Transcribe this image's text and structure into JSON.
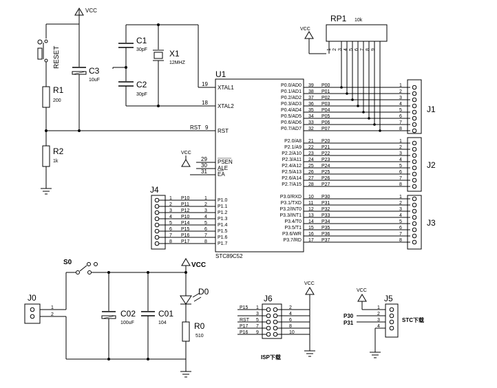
{
  "labels": {
    "vcc": "VCC",
    "reset": "RESET",
    "c3": "C3",
    "c3_val": "10uF",
    "r1": "R1",
    "r1_val": "200",
    "r2": "R2",
    "r2_val": "1k",
    "c1": "C1",
    "c1_val": "30pF",
    "c2": "C2",
    "c2_val": "30pF",
    "x1": "X1",
    "x1_val": "12MHZ",
    "u1": "U1",
    "u1_part": "STC89C52",
    "rp1": "RP1",
    "rp1_val": "10k",
    "j1": "J1",
    "j2": "J2",
    "j3": "J3",
    "j4": "J4",
    "j0": "J0",
    "j5": "J5",
    "j6": "J6",
    "s0": "S0",
    "c02": "C02",
    "c02_val": "100uF",
    "c01": "C01",
    "c01_val": "104",
    "d0": "D0",
    "r0": "R0",
    "r0_val": "510",
    "isp": "ISP下载",
    "stc": "STC下载",
    "p30": "P30",
    "p31": "P31",
    "xtal1": "XTAL1",
    "xtal2": "XTAL2",
    "rst": "RST",
    "psen": "PSEN",
    "ale": "ALE",
    "ea": "EA",
    "pin19": "19",
    "pin18": "18",
    "pin9": "9",
    "pin29": "29",
    "pin30": "30",
    "pin31": "31"
  },
  "rp1_pins": [
    "1",
    "2",
    "3",
    "4",
    "5",
    "6",
    "7",
    "8",
    "9"
  ],
  "port0": [
    {
      "pin": "39",
      "name": "P0.0/AD0",
      "net": "P00",
      "n": "1"
    },
    {
      "pin": "38",
      "name": "P0.1/AD1",
      "net": "P01",
      "n": "2"
    },
    {
      "pin": "37",
      "name": "P0.2/AD2",
      "net": "P02",
      "n": "3"
    },
    {
      "pin": "36",
      "name": "P0.3/AD3",
      "net": "P03",
      "n": "4"
    },
    {
      "pin": "35",
      "name": "P0.4/AD4",
      "net": "P04",
      "n": "5"
    },
    {
      "pin": "34",
      "name": "P0.5/AD5",
      "net": "P05",
      "n": "6"
    },
    {
      "pin": "33",
      "name": "P0.6/AD6",
      "net": "P06",
      "n": "7"
    },
    {
      "pin": "32",
      "name": "P0.7/AD7",
      "net": "P07",
      "n": "8"
    }
  ],
  "port2": [
    {
      "pin": "21",
      "name": "P2.0/A8",
      "net": "P20",
      "n": "1"
    },
    {
      "pin": "22",
      "name": "P2.1/A9",
      "net": "P21",
      "n": "2"
    },
    {
      "pin": "23",
      "name": "P2.2/A10",
      "net": "P22",
      "n": "3"
    },
    {
      "pin": "24",
      "name": "P2.3/A11",
      "net": "P23",
      "n": "4"
    },
    {
      "pin": "25",
      "name": "P2.4/A12",
      "net": "P24",
      "n": "5"
    },
    {
      "pin": "26",
      "name": "P2.5/A13",
      "net": "P25",
      "n": "6"
    },
    {
      "pin": "27",
      "name": "P2.6/A14",
      "net": "P26",
      "n": "7"
    },
    {
      "pin": "28",
      "name": "P2.7/A15",
      "net": "P27",
      "n": "8"
    }
  ],
  "port3": [
    {
      "pin": "10",
      "name": "P3.0/RXD",
      "net": "P30",
      "n": "1"
    },
    {
      "pin": "11",
      "name": "P3.1/TXD",
      "net": "P31",
      "n": "2"
    },
    {
      "pin": "12",
      "name": "P3.2/INT0",
      "net": "P32",
      "n": "3"
    },
    {
      "pin": "13",
      "name": "P3.3/INT1",
      "net": "P33",
      "n": "4"
    },
    {
      "pin": "14",
      "name": "P3.4/T0",
      "net": "P34",
      "n": "5"
    },
    {
      "pin": "15",
      "name": "P3.5/T1",
      "net": "P35",
      "n": "6"
    },
    {
      "pin": "16",
      "name": "P3.6/WR",
      "net": "P36",
      "n": "7"
    },
    {
      "pin": "17",
      "name": "P3.7/RD",
      "net": "P37",
      "n": "8"
    }
  ],
  "port1": [
    {
      "j4": "1",
      "net": "P10",
      "pin": "1",
      "name": "P1.0"
    },
    {
      "j4": "2",
      "net": "P11",
      "pin": "2",
      "name": "P1.1"
    },
    {
      "j4": "3",
      "net": "P12",
      "pin": "3",
      "name": "P1.2"
    },
    {
      "j4": "4",
      "net": "P10",
      "pin": "4",
      "name": "P1.3"
    },
    {
      "j4": "5",
      "net": "P14",
      "pin": "5",
      "name": "P1.4"
    },
    {
      "j4": "6",
      "net": "P15",
      "pin": "6",
      "name": "P1.5"
    },
    {
      "j4": "7",
      "net": "P16",
      "pin": "7",
      "name": "P1.6"
    },
    {
      "j4": "8",
      "net": "P17",
      "pin": "8",
      "name": "P1.7"
    }
  ],
  "j0_pins": [
    "1",
    "2"
  ],
  "j6_left": [
    {
      "net": "P15",
      "pin": "1"
    },
    {
      "net": "",
      "pin": "3"
    },
    {
      "net": "RST",
      "pin": "5"
    },
    {
      "net": "P17",
      "pin": "7"
    },
    {
      "net": "P16",
      "pin": "9"
    }
  ],
  "j6_right": [
    "2",
    "4",
    "6",
    "8",
    "10"
  ],
  "j5_pins": [
    "1",
    "2",
    "3",
    "4"
  ]
}
